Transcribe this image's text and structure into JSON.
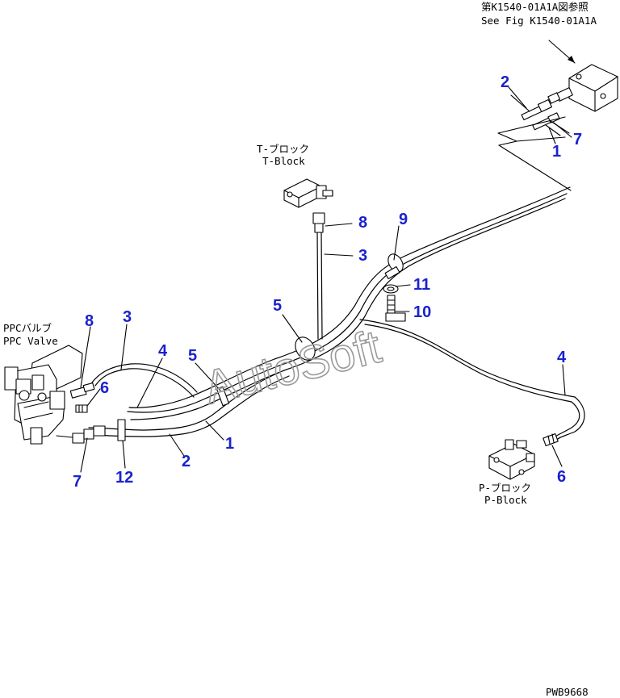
{
  "references": {
    "top_jp": "第K1540-01A1A図参照",
    "top_en": "See Fig K1540-01A1A"
  },
  "components": {
    "tblock_jp": "T-ブロック",
    "tblock_en": "T-Block",
    "ppc_jp": "PPCバルブ",
    "ppc_en": "PPC Valve",
    "pblock_jp": "P-ブロック",
    "pblock_en": "P-Block"
  },
  "callouts": {
    "c2_top": "2",
    "c7_top": "7",
    "c1_top": "1",
    "c8_mid": "8",
    "c3_mid": "3",
    "c9": "9",
    "c11": "11",
    "c10": "10",
    "c5_mid": "5",
    "c8_left": "8",
    "c3_left": "3",
    "c4_left": "4",
    "c5_left": "5",
    "c6_left": "6",
    "c1_low": "1",
    "c2_low": "2",
    "c7_low": "7",
    "c12": "12",
    "c4_right": "4",
    "c6_right": "6"
  },
  "watermark": "AutoSoft",
  "drawing_code": "PWB9668",
  "colors": {
    "callout": "#1a22cc",
    "line": "#000000",
    "watermark": "#9a9a9a"
  }
}
